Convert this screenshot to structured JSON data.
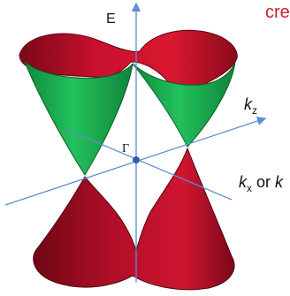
{
  "labels": {
    "energy_axis": "E",
    "kz_base": "k",
    "kz_sub": "z",
    "gamma_point": "Γ",
    "kx_base": "k",
    "kx_sub": "x",
    "kx_or": " or ",
    "ky_base": "k"
  },
  "corner_text": "cre",
  "colors": {
    "band_red": "#c8102e",
    "band_red_dark": "#7d0a1c",
    "band_green": "#1db954",
    "band_green_dark": "#0e7a33",
    "axis_blue": "#5b8fd0",
    "corner_text_red": "#d0202a"
  }
}
